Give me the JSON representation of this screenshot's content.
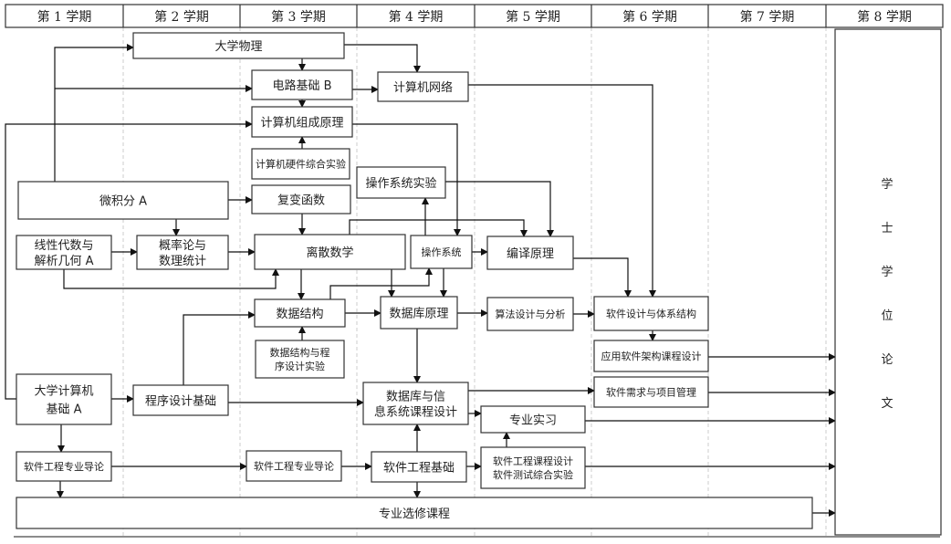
{
  "semesters": [
    "第 1 学期",
    "第 2 学期",
    "第 3 学期",
    "第 4 学期",
    "第 5 学期",
    "第 6 学期",
    "第 7 学期",
    "第 8 学期"
  ],
  "courses": {
    "physics": [
      "大学物理"
    ],
    "circuit": [
      "电路基础 B"
    ],
    "network": [
      "计算机网络"
    ],
    "organization": [
      "计算机组成原理"
    ],
    "hardware_lab": [
      "计算机硬件综合实验"
    ],
    "os_lab": [
      "操作系统实验"
    ],
    "calculus": [
      "微积分 A"
    ],
    "complex": [
      "复变函数"
    ],
    "linear_algebra": [
      "线性代数与",
      "解析几何 A"
    ],
    "probability": [
      "概率论与",
      "数理统计"
    ],
    "discrete": [
      "离散数学"
    ],
    "os": [
      "操作系统"
    ],
    "compiler": [
      "编译原理"
    ],
    "data_structure": [
      "数据结构"
    ],
    "database": [
      "数据库原理"
    ],
    "algorithm": [
      "算法设计与分析"
    ],
    "software_design": [
      "软件设计与体系结构"
    ],
    "ds_lab": [
      "数据结构与程",
      "序设计实验"
    ],
    "app_arch": [
      "应用软件架构课程设计"
    ],
    "intro_computer": [
      "大学计算机",
      "基础 A"
    ],
    "programming": [
      "程序设计基础"
    ],
    "db_design": [
      "数据库与信",
      "息系统课程设计"
    ],
    "requirements": [
      "软件需求与项目管理"
    ],
    "internship": [
      "专业实习"
    ],
    "se_intro_1": [
      "软件工程专业导论"
    ],
    "se_intro_2": [
      "软件工程专业导论"
    ],
    "se_basics": [
      "软件工程基础"
    ],
    "se_design": [
      "软件工程课程设计",
      "软件测试综合实验"
    ],
    "electives": [
      "专业选修课程"
    ],
    "thesis": [
      "学",
      "士",
      "学",
      "位",
      "论",
      "文"
    ]
  }
}
